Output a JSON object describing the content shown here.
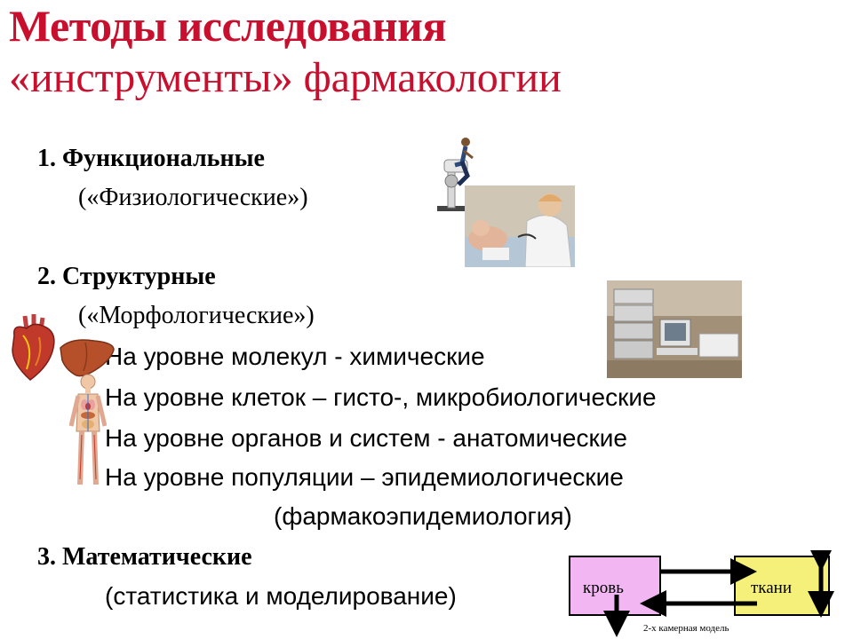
{
  "title": {
    "line1": "Методы исследования",
    "line2": "«инструменты» фармакологии"
  },
  "sections": {
    "functional": {
      "heading": "1. Функциональные",
      "sub": "(«Физиологические»)"
    },
    "structural": {
      "heading": "2. Структурные",
      "sub": "(«Морфологические»)",
      "items": [
        "На уровне молекул - химические",
        "На уровне клеток – гисто-, микробиологические",
        "На уровне органов и систем - анатомические",
        "На уровне популяции – эпидемиологические"
      ],
      "extra": "(фармакоэпидемиология)"
    },
    "math": {
      "heading": "3. Математические",
      "sub": "(статистика и моделирование)"
    }
  },
  "model": {
    "blood_label": "кровь",
    "tissue_label": "ткани",
    "caption": "2-х камерная модель"
  },
  "colors": {
    "title": "#c8102e",
    "blood_box": "#f2b6f2",
    "tissue_box": "#f5f07a",
    "heart": "#c0392b",
    "liver": "#b5502a"
  },
  "images": [
    "exercise-bike-icon",
    "doctor-patient-photo",
    "lab-equipment-photo",
    "heart-icon",
    "liver-icon",
    "human-anatomy-icon"
  ]
}
